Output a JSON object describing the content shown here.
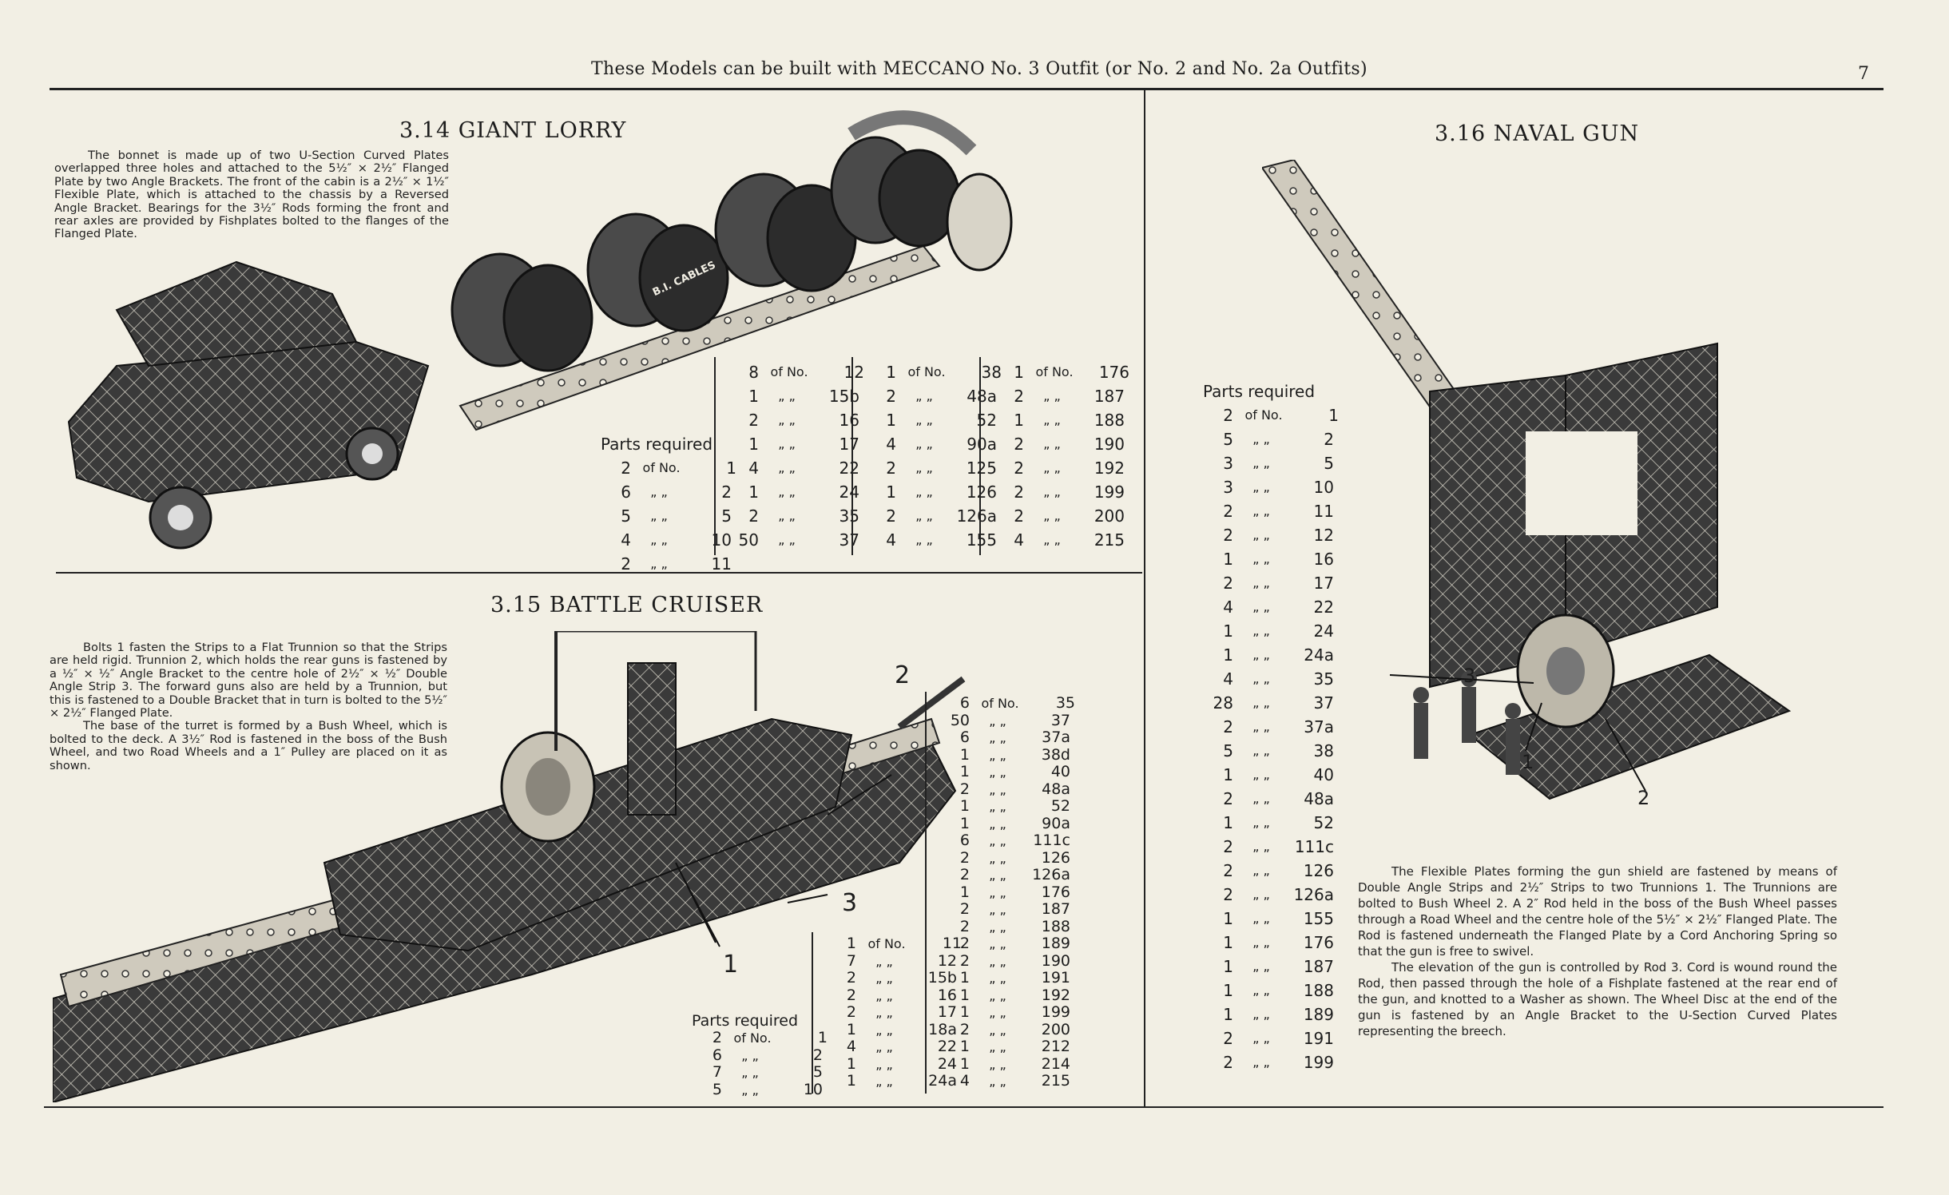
{
  "header": {
    "text": "These Models can be built with MECCANO No. 3 Outfit (or No. 2 and No. 2a Outfits)",
    "page_number": "7"
  },
  "ditto": "„   „",
  "of_no": "of No.",
  "models": {
    "lorry": {
      "title": "3.14  GIANT LORRY",
      "paragraphs": [
        "The bonnet is made up of two U-Section Curved Plates overlapped three holes and attached to the 5½″ × 2½″ Flanged Plate by two Angle Brackets. The front of the cabin is a 2½″ × 1½″ Flexible Plate, which is attached to the chassis by a Reversed Angle Bracket. Bearings for the 3½″ Rods forming the front and rear axles are provided by Fishplates bolted to the flanges of the Flanged Plate."
      ],
      "parts_label": "Parts required",
      "parts_columns": [
        [
          [
            "2",
            "1"
          ],
          [
            "6",
            "2"
          ],
          [
            "5",
            "5"
          ],
          [
            "4",
            "10"
          ],
          [
            "2",
            "11"
          ]
        ],
        [
          [
            "8",
            "12"
          ],
          [
            "1",
            "15b"
          ],
          [
            "2",
            "16"
          ],
          [
            "1",
            "17"
          ],
          [
            "4",
            "22"
          ],
          [
            "1",
            "24"
          ],
          [
            "2",
            "35"
          ],
          [
            "50",
            "37"
          ]
        ],
        [
          [
            "1",
            "38"
          ],
          [
            "2",
            "48a"
          ],
          [
            "1",
            "52"
          ],
          [
            "4",
            "90a"
          ],
          [
            "2",
            "125"
          ],
          [
            "1",
            "126"
          ],
          [
            "2",
            "126a"
          ],
          [
            "4",
            "155"
          ]
        ],
        [
          [
            "1",
            "176"
          ],
          [
            "2",
            "187"
          ],
          [
            "1",
            "188"
          ],
          [
            "2",
            "190"
          ],
          [
            "2",
            "192"
          ],
          [
            "2",
            "199"
          ],
          [
            "2",
            "200"
          ],
          [
            "4",
            "215"
          ]
        ]
      ],
      "cable_drum_label": "B.I. CABLES"
    },
    "cruiser": {
      "title": "3.15  BATTLE CRUISER",
      "paragraphs": [
        "Bolts 1 fasten the Strips to a Flat Trunnion so that the Strips are held rigid. Trunnion 2, which holds the rear guns is fastened by a ½″ × ½″ Angle Bracket to the centre hole of 2½″ × ½″ Double Angle Strip 3. The forward guns also are held by a Trunnion, but this is fastened to a Double Bracket that in turn is bolted to the 5½″ × 2½″ Flanged Plate.",
        "The base of the turret is formed by a Bush Wheel, which is bolted to the deck. A 3½″ Rod is fastened in the boss of the Bush Wheel, and two Road Wheels and a 1″ Pulley are placed on it as shown."
      ],
      "parts_label": "Parts required",
      "parts_columns": [
        [
          [
            "2",
            "1"
          ],
          [
            "6",
            "2"
          ],
          [
            "7",
            "5"
          ],
          [
            "5",
            "10"
          ]
        ],
        [
          [
            "1",
            "11"
          ],
          [
            "7",
            "12"
          ],
          [
            "2",
            "15b"
          ],
          [
            "2",
            "16"
          ],
          [
            "2",
            "17"
          ],
          [
            "1",
            "18a"
          ],
          [
            "4",
            "22"
          ],
          [
            "1",
            "24"
          ],
          [
            "1",
            "24a"
          ]
        ],
        [
          [
            "6",
            "35"
          ],
          [
            "50",
            "37"
          ],
          [
            "6",
            "37a"
          ],
          [
            "1",
            "38d"
          ],
          [
            "1",
            "40"
          ],
          [
            "2",
            "48a"
          ],
          [
            "1",
            "52"
          ],
          [
            "1",
            "90a"
          ],
          [
            "6",
            "111c"
          ],
          [
            "2",
            "126"
          ],
          [
            "2",
            "126a"
          ],
          [
            "1",
            "176"
          ],
          [
            "2",
            "187"
          ],
          [
            "2",
            "188"
          ],
          [
            "2",
            "189"
          ],
          [
            "2",
            "190"
          ],
          [
            "1",
            "191"
          ],
          [
            "1",
            "192"
          ],
          [
            "1",
            "199"
          ],
          [
            "2",
            "200"
          ],
          [
            "1",
            "212"
          ],
          [
            "1",
            "214"
          ],
          [
            "4",
            "215"
          ]
        ]
      ],
      "callouts": [
        "1",
        "2",
        "3"
      ]
    },
    "gun": {
      "title": "3.16  NAVAL GUN",
      "paragraphs": [
        "The Flexible Plates forming the gun shield are fastened by means of Double Angle Strips and 2½″ Strips to two Trunnions 1. The Trunnions are bolted to Bush Wheel 2. A 2″ Rod held in the boss of the Bush Wheel passes through a Road Wheel and the centre hole of the 5½″ × 2½″ Flanged Plate. The Rod is fastened underneath the Flanged Plate by a Cord Anchoring Spring so that the gun is free to swivel.",
        "The elevation of the gun is controlled by Rod 3. Cord is wound round the Rod, then passed through the hole of a Fishplate fastened at the rear end of the gun, and knotted to a Washer as shown. The Wheel Disc at the end of the gun is fastened by an Angle Bracket to the U-Section Curved Plates representing the breech."
      ],
      "parts_label": "Parts required",
      "parts_columns": [
        [
          [
            "2",
            "1"
          ],
          [
            "5",
            "2"
          ],
          [
            "3",
            "5"
          ],
          [
            "3",
            "10"
          ],
          [
            "2",
            "11"
          ],
          [
            "2",
            "12"
          ],
          [
            "1",
            "16"
          ],
          [
            "2",
            "17"
          ],
          [
            "4",
            "22"
          ],
          [
            "1",
            "24"
          ],
          [
            "1",
            "24a"
          ],
          [
            "4",
            "35"
          ],
          [
            "28",
            "37"
          ],
          [
            "2",
            "37a"
          ],
          [
            "5",
            "38"
          ],
          [
            "1",
            "40"
          ],
          [
            "2",
            "48a"
          ],
          [
            "1",
            "52"
          ],
          [
            "2",
            "111c"
          ],
          [
            "2",
            "126"
          ],
          [
            "2",
            "126a"
          ],
          [
            "1",
            "155"
          ],
          [
            "1",
            "176"
          ],
          [
            "1",
            "187"
          ],
          [
            "1",
            "188"
          ],
          [
            "1",
            "189"
          ],
          [
            "2",
            "191"
          ],
          [
            "2",
            "199"
          ]
        ]
      ],
      "callouts": [
        "1",
        "2",
        "3"
      ]
    }
  }
}
